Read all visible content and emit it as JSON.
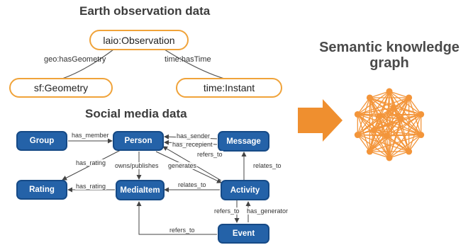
{
  "eo": {
    "heading": "Earth observation data",
    "nodes": {
      "observation": "laio:Observation",
      "geometry": "sf:Geometry",
      "instant": "time:Instant"
    },
    "edges": {
      "has_geometry": "geo:hasGeometry",
      "has_time": "time:hasTime"
    }
  },
  "social": {
    "heading": "Social media data",
    "nodes": {
      "group": "Group",
      "person": "Person",
      "message": "Message",
      "rating": "Rating",
      "mediaitem": "MediaItem",
      "activity": "Activity",
      "event": "Event"
    },
    "edges": {
      "has_member": "has_member",
      "has_sender": "has_sender",
      "has_recepient": "has_recepient",
      "refers_to_msg": "refers_to",
      "has_rating_person": "has_rating",
      "owns_publishes": "owns/publishes",
      "generates": "generates",
      "relates_to_msg": "relates_to",
      "has_rating_media": "has_rating",
      "relates_to_media": "relates_to",
      "refers_to_event": "refers_to",
      "has_generator": "has_generator",
      "refers_to_bottom": "refers_to"
    }
  },
  "kg": {
    "title_line1": "Semantic knowledge",
    "title_line2": "graph"
  },
  "colors": {
    "orange": "#f0a33a",
    "arrow": "#ef8f2f",
    "blue": "#2462a8",
    "graph": "#f3953a"
  }
}
